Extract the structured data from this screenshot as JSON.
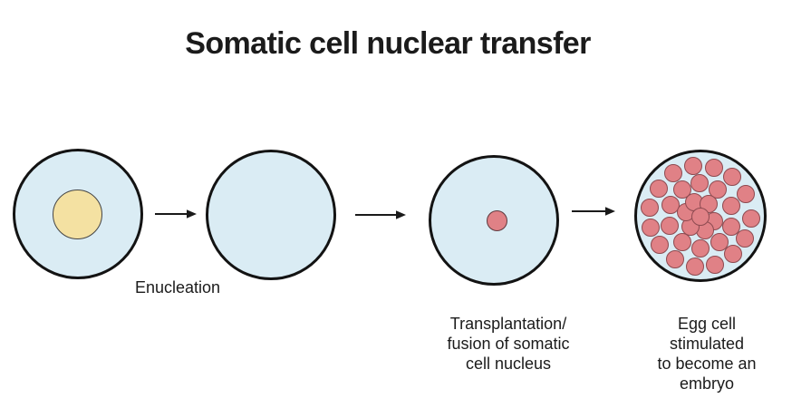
{
  "title": "Somatic cell nuclear transfer",
  "labels": {
    "enucleation": "Enucleation",
    "transplantation": "Transplantation/\nfusion of somatic\ncell nucleus",
    "stimulation": "Egg cell stimulated\nto become an\nembryo"
  },
  "steps": [
    "egg-cell-with-nucleus",
    "enucleated-egg-cell",
    "egg-cell-with-somatic-nucleus",
    "embryo"
  ],
  "colors": {
    "cell_fill": "#daecf4",
    "cell_border": "#131313",
    "nucleus_yellow_fill": "#f4e1a2",
    "nucleus_yellow_border": "#454545",
    "nucleus_red_fill": "#e08186",
    "nucleus_red_border": "#5e393d",
    "embryo_cell_fill": "#e08186",
    "embryo_cell_border": "#8d4a50",
    "arrow_color": "#1a1a1a",
    "text_color": "#1b1b1b",
    "background": "#ffffff"
  },
  "embryo_cells": [
    [
      56,
      3
    ],
    [
      49,
      25
    ],
    [
      36,
      42
    ],
    [
      16,
      54
    ],
    [
      -6,
      56
    ],
    [
      -28,
      48
    ],
    [
      -45,
      32
    ],
    [
      -55,
      13
    ],
    [
      -56,
      -9
    ],
    [
      -46,
      -30
    ],
    [
      -30,
      -47
    ],
    [
      -8,
      -55
    ],
    [
      15,
      -53
    ],
    [
      35,
      -43
    ],
    [
      50,
      -24
    ],
    [
      34,
      12
    ],
    [
      21,
      29
    ],
    [
      0,
      36
    ],
    [
      -20,
      29
    ],
    [
      -34,
      11
    ],
    [
      -33,
      -12
    ],
    [
      -20,
      -29
    ],
    [
      -1,
      -36
    ],
    [
      19,
      -29
    ],
    [
      34,
      -11
    ],
    [
      15,
      6
    ],
    [
      5,
      16
    ],
    [
      -11,
      12
    ],
    [
      -16,
      -4
    ],
    [
      -7,
      -15
    ],
    [
      9,
      -13
    ],
    [
      0,
      1
    ]
  ]
}
